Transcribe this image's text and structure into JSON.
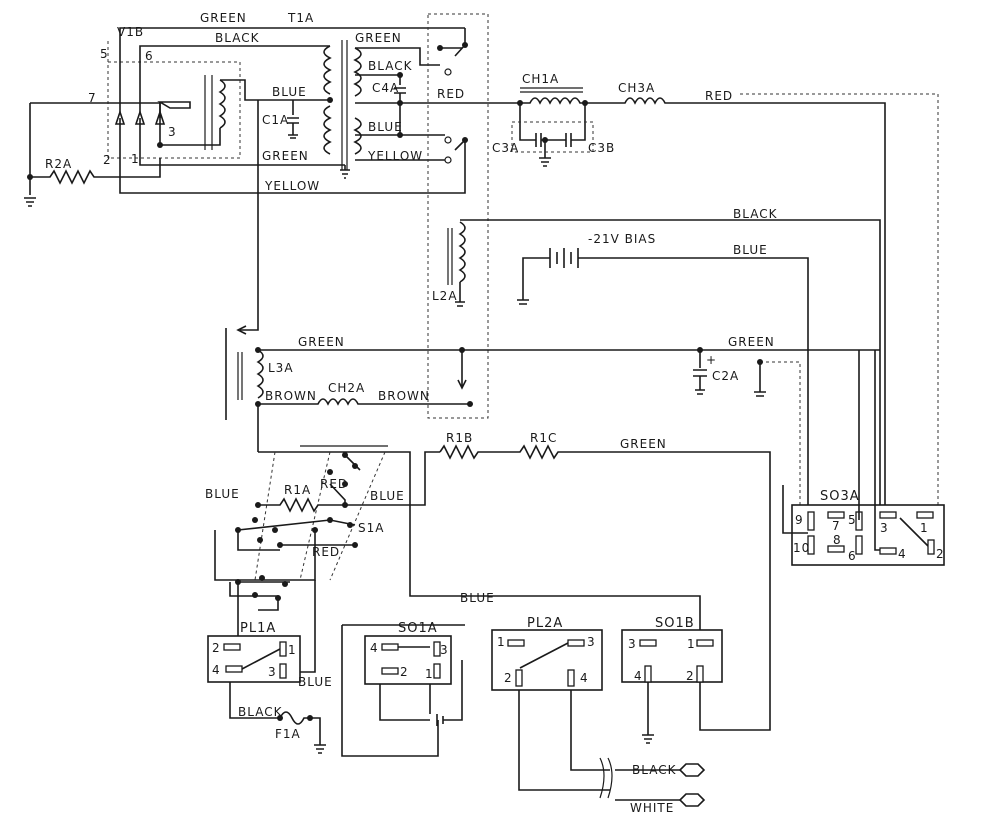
{
  "labels": {
    "t1a": "T1A",
    "v1b": "V1B",
    "c1a": "C1A",
    "c4a": "C4A",
    "r2a": "R2A",
    "ch1a": "CH1A",
    "ch3a": "CH3A",
    "c3a": "C3A",
    "c3b": "C3B",
    "l2a": "L2A",
    "bias": "-21V BIAS",
    "l3a": "L3A",
    "ch2a": "CH2A",
    "c2a": "C2A",
    "r1a": "R1A",
    "r1b": "R1B",
    "r1c": "R1C",
    "s1a": "S1A",
    "so3a": "SO3A",
    "pl1a": "PL1A",
    "so1a": "SO1A",
    "pl2a": "PL2A",
    "so1b": "SO1B",
    "f1a": "F1A"
  },
  "wires": {
    "green": "GREEN",
    "black": "BLACK",
    "blue": "BLUE",
    "yellow": "YELLOW",
    "red": "RED",
    "brown": "BROWN",
    "white": "WHITE"
  },
  "tube_pins": {
    "p1": "1",
    "p2": "2",
    "p3": "3",
    "p5": "5",
    "p6": "6",
    "p7": "7"
  },
  "c2a_plus": "+",
  "so3a_pins": {
    "p9": "9",
    "p7": "7",
    "p5": "5",
    "p3": "3",
    "p1": "1",
    "p10": "10",
    "p8": "8",
    "p6": "6",
    "p4": "4",
    "p2": "2"
  },
  "pl1a_pins": {
    "p2": "2",
    "p1": "1",
    "p4": "4",
    "p3": "3"
  },
  "so1a_pins": {
    "p4": "4",
    "p3": "3",
    "p2": "2",
    "p1": "1"
  },
  "pl2a_pins": {
    "p1": "1",
    "p3": "3",
    "p2": "2",
    "p4": "4"
  },
  "so1b_pins": {
    "p3": "3",
    "p1": "1",
    "p4": "4",
    "p2": "2"
  }
}
